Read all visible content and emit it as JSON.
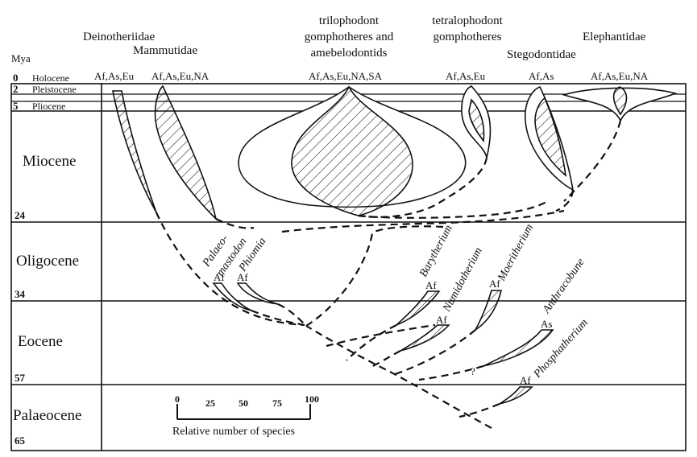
{
  "mya_label": "Mya",
  "groups": {
    "deinotheriidae": "Deinotheriidae",
    "mammutidae": "Mammutidae",
    "trilophodont_1": "trilophodont",
    "trilophodont_2": "gomphotheres and",
    "trilophodont_3": "amebelodontids",
    "tetralophodont_1": "tetralophodont",
    "tetralophodont_2": "gomphotheres",
    "stegodontidae": "Stegodontidae",
    "elephantidae": "Elephantidae"
  },
  "regions": {
    "deinotheriidae": "Af,As,Eu",
    "mammutidae": "Af,As,Eu,NA",
    "trilophodont": "Af,As,Eu,NA,SA",
    "tetralophodont": "Af,As,Eu",
    "stegodontidae": "Af,As",
    "elephantidae": "Af,As,Eu,NA"
  },
  "epochs": {
    "holocene": {
      "num": "0",
      "name": "Holocene"
    },
    "pleistocene": {
      "num": "2",
      "name": "Pleistocene"
    },
    "pliocene": {
      "num": "5",
      "name": "Pliocene"
    },
    "miocene": {
      "num": "24",
      "name": "Miocene"
    },
    "oligocene": {
      "num": "34",
      "name": "Oligocene"
    },
    "eocene": {
      "num": "57",
      "name": "Eocene"
    },
    "palaeocene": {
      "num": "65",
      "name": "Palaeocene"
    }
  },
  "genera": {
    "palaeomastodon_1": "Palaeo-",
    "palaeomastodon_2": "mastodon",
    "phiomia": "Phiomia",
    "barytherium": "Barytherium",
    "numidotherium": "Numidotherium",
    "moeritherium": "Moeritherium",
    "anthracobune": "Anthracobune",
    "phosphatherium": "Phosphatherium"
  },
  "localities": {
    "palaeomastodon": "Af",
    "phiomia": "Af",
    "barytherium": "Af",
    "numidotherium": "Af",
    "moeritherium": "Af",
    "anthracobune": "As",
    "phosphatherium": "Af",
    "unknown": "?"
  },
  "scale": {
    "ticks": [
      "0",
      "25",
      "50",
      "75",
      "100"
    ],
    "title": "Relative number of species"
  },
  "colors": {
    "ink": "#111111",
    "background": "#ffffff"
  }
}
